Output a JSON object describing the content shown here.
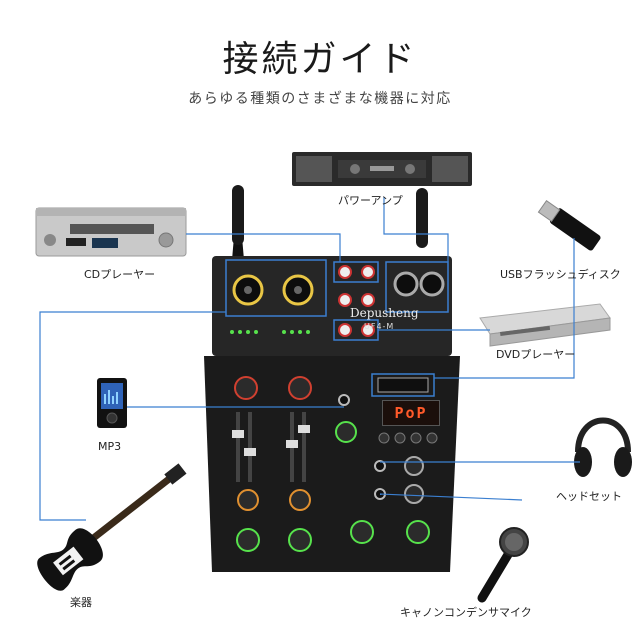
{
  "header": {
    "title": "接続ガイド",
    "subtitle": "あらゆる種類のさまざまな機器に対応"
  },
  "devices": {
    "power_amp": "パワーアンプ",
    "cd_player": "CDプレーヤー",
    "usb_flash": "USBフラッシュディスク",
    "dvd_player": "DVDプレーヤー",
    "mp3": "MP3",
    "headset": "ヘッドセット",
    "instrument": "楽器",
    "microphone": "キャノンコンデンサマイク"
  },
  "mixer": {
    "brand": "Depusheng",
    "model": "UF4-M",
    "display": "PoP"
  },
  "colors": {
    "connector_line": "#3b7fd0",
    "mixer_body": "#1d1d1d",
    "led_green": "#57e24c"
  }
}
